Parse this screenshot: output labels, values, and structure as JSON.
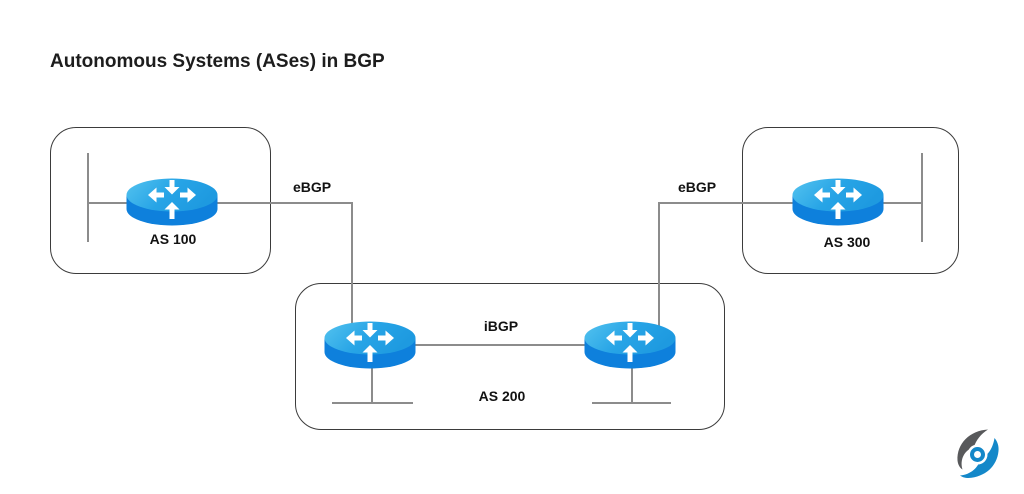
{
  "title": "Autonomous Systems (ASes) in BGP",
  "diagram": {
    "type": "network-topology",
    "as_boxes": [
      {
        "id": "as100",
        "label": "AS 100",
        "router_count": 1
      },
      {
        "id": "as200",
        "label": "AS 200",
        "router_count": 2
      },
      {
        "id": "as300",
        "label": "AS 300",
        "router_count": 1
      }
    ],
    "link_labels": {
      "ebgp_left": "eBGP",
      "ebgp_right": "eBGP",
      "ibgp": "iBGP"
    },
    "links": [
      {
        "label": "eBGP",
        "from": "AS 100",
        "to": "AS 200"
      },
      {
        "label": "eBGP",
        "from": "AS 300",
        "to": "AS 200"
      },
      {
        "label": "iBGP",
        "from": "AS 200 router 1",
        "to": "AS 200 router 2"
      }
    ]
  },
  "colors": {
    "background": "#ffffff",
    "box_border": "#3b3b3b",
    "line": "#8c8c8c",
    "text": "#121212",
    "router_top": "#27a4e6",
    "router_top_highlight": "#54c3ef",
    "router_body": "#0e80dc",
    "logo_gray": "#58595b",
    "logo_blue": "#1488c9"
  },
  "icons": {
    "router": "router-disc-with-four-arrows",
    "logo": "flame-swoosh-ring-brand-mark"
  }
}
